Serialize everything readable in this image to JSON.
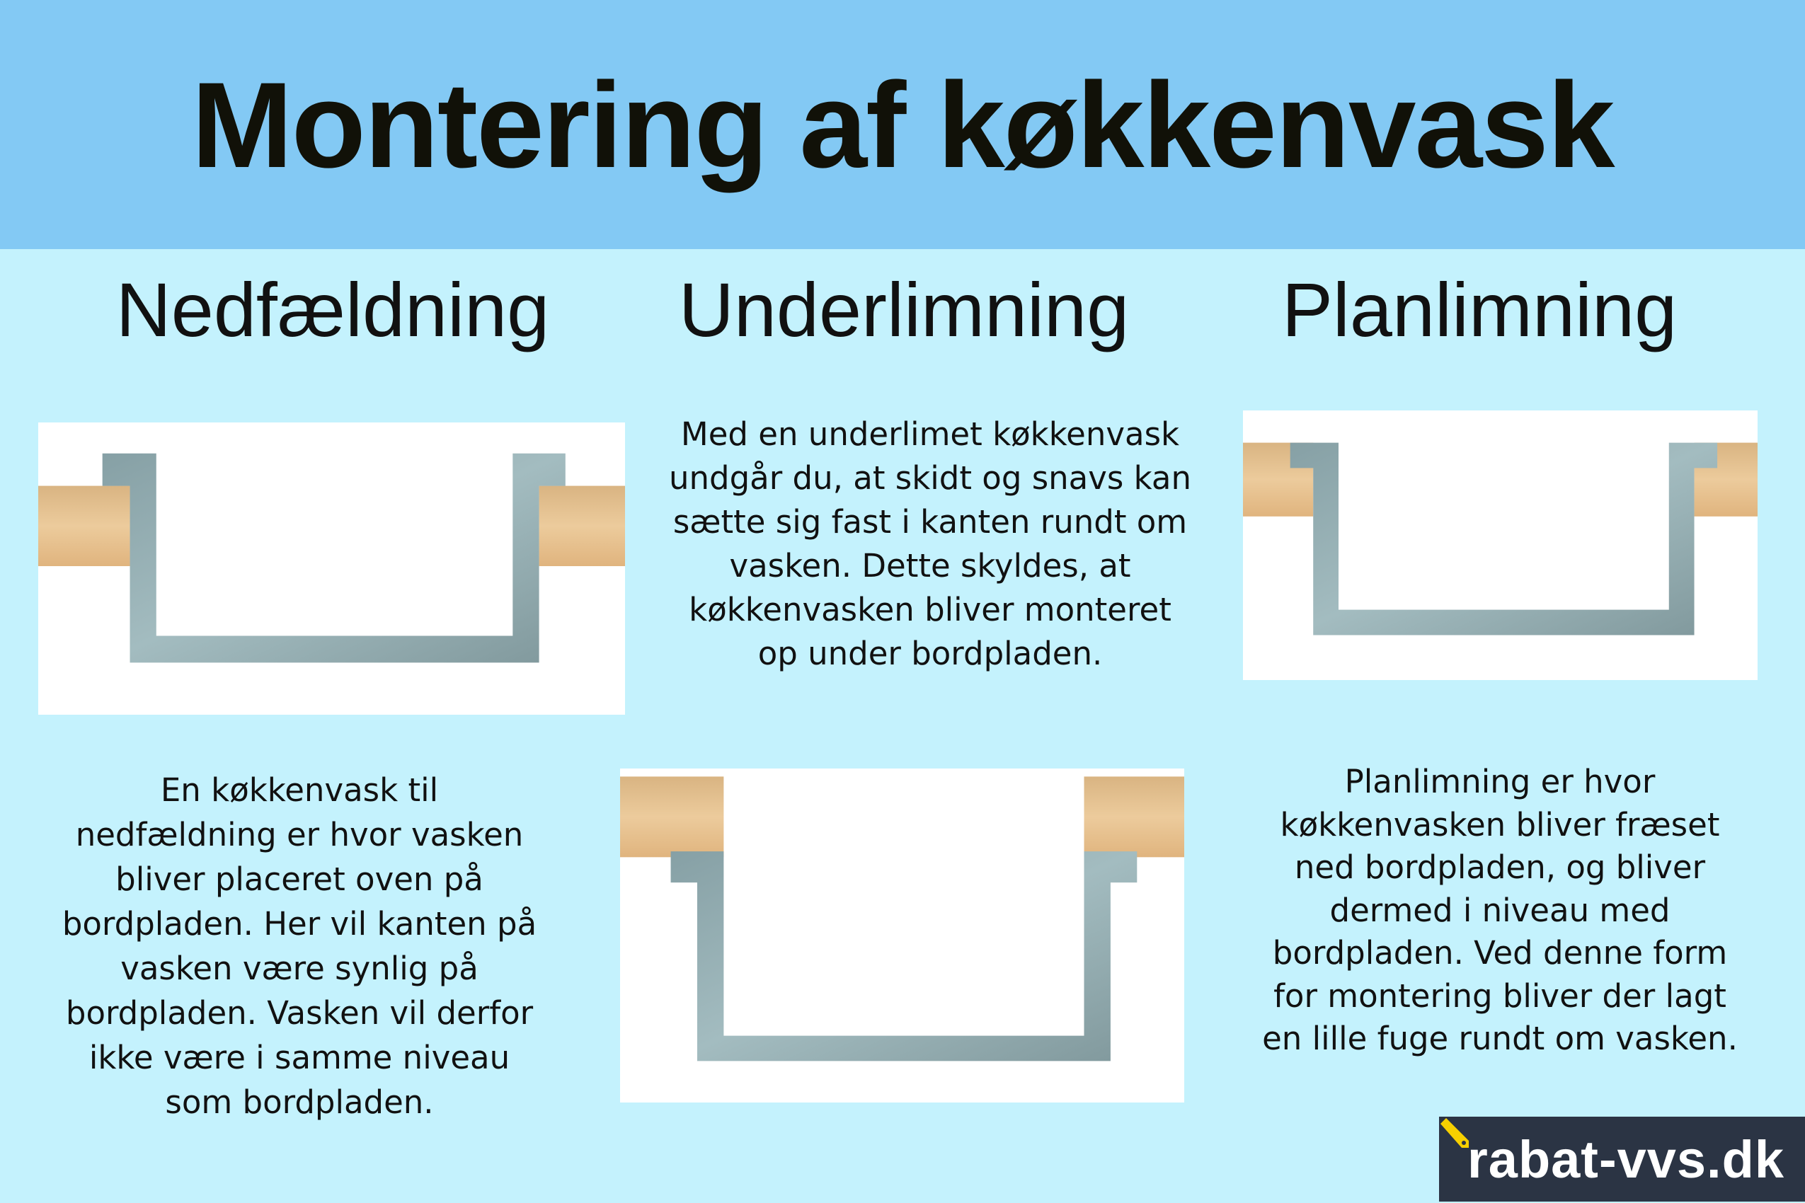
{
  "title": "Montering af køkkenvask",
  "columns": [
    {
      "heading": "Nedfældning",
      "text_lines": [
        "En køkkenvask til",
        "nedfældning er hvor vasken",
        "bliver placeret oven på",
        "bordpladen. Her vil kanten på",
        "vasken være synlig på",
        "bordpladen. Vasken vil derfor",
        "ikke være i samme niveau",
        "som bordpladen."
      ]
    },
    {
      "heading": "Underlimning",
      "text_lines": [
        "Med en underlimet køkkenvask",
        "undgår du, at skidt og snavs kan",
        "sætte sig fast i kanten rundt om",
        "vasken. Dette skyldes, at",
        "køkkenvasken bliver monteret",
        "op under bordpladen."
      ]
    },
    {
      "heading": "Planlimning",
      "text_lines": [
        "Planlimning er hvor",
        "køkkenvasken bliver fræset",
        "ned bordpladen, og bliver",
        "dermed i niveau med",
        "bordpladen. Ved denne form",
        "for montering bliver der lagt",
        "en lille fuge rundt om vasken."
      ]
    }
  ],
  "logo": {
    "text": "rabat-vvs.dk"
  },
  "colors": {
    "header": "#83c9f4",
    "body": "#c4f2fd",
    "sink": "#8fa9ad",
    "wood": "#e3bf8d",
    "logo_bg": "#2b3444",
    "tag": "#f7d000"
  }
}
